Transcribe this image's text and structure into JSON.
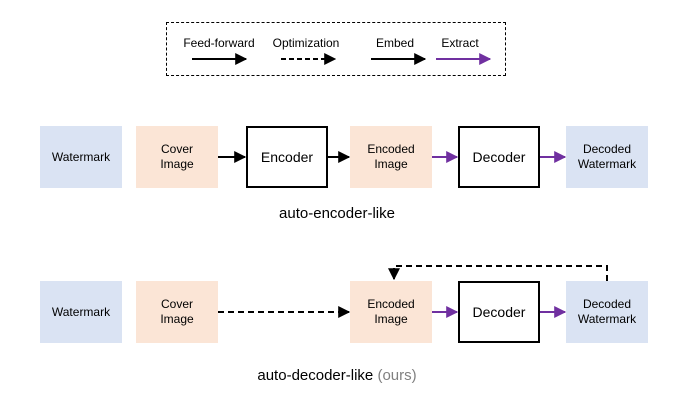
{
  "legend": {
    "feed_forward": "Feed-forward",
    "optimization": "Optimization",
    "embed": "Embed",
    "extract": "Extract"
  },
  "top_row": {
    "watermark": "Watermark",
    "cover_image": [
      "Cover",
      "Image"
    ],
    "encoder": "Encoder",
    "encoded_image": [
      "Encoded",
      "Image"
    ],
    "decoder": "Decoder",
    "decoded_watermark": [
      "Decoded",
      "Watermark"
    ],
    "caption": "auto-encoder-like"
  },
  "bottom_row": {
    "watermark": "Watermark",
    "cover_image": [
      "Cover",
      "Image"
    ],
    "encoded_image": [
      "Encoded",
      "Image"
    ],
    "decoder": "Decoder",
    "decoded_watermark": [
      "Decoded",
      "Watermark"
    ],
    "caption_main": "auto-decoder-like",
    "caption_note": "(ours)"
  },
  "colors": {
    "watermark_fill": "#dae3f3",
    "image_fill": "#fbe5d6",
    "extract_arrow": "#7030a0",
    "line": "#000000"
  }
}
